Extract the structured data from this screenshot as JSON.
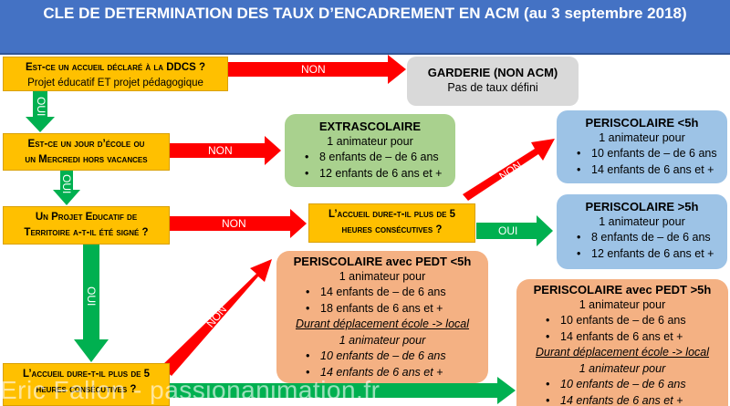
{
  "title": "CLE DE DETERMINATION DES TAUX D’ENCADREMENT EN ACM (au 3 septembre 2018)",
  "labels": {
    "non": "NON",
    "oui": "OUI"
  },
  "q1": {
    "line1": "Est-ce un accueil déclaré à la DDCS ?",
    "line2": "Projet éducatif ET projet pédagogique"
  },
  "q2": {
    "line1": "Est-ce un jour d’école ou",
    "line2": "un Mercredi hors vacances"
  },
  "q3": {
    "line1": "Un Projet Educatif de",
    "line2": "Territoire a-t-il été signé ?"
  },
  "q4": {
    "line1": "L’accueil dure-t-il plus de 5",
    "line2": "heures consécutives ?"
  },
  "q5": {
    "line1": "L’accueil dure-t-il plus de 5",
    "line2": "heures consécutives ?"
  },
  "garderie": {
    "title": "GARDERIE (NON ACM)",
    "text": "Pas de taux défini"
  },
  "extrascolaire": {
    "title": "EXTRASCOLAIRE",
    "intro": "1 animateur pour",
    "items": [
      "8 enfants de – de 6 ans",
      "12 enfants de 6 ans et +"
    ]
  },
  "peri_lt5": {
    "title": "PERISCOLAIRE <5h",
    "intro": "1 animateur pour",
    "items": [
      "10 enfants de – de 6 ans",
      "14 enfants de 6 ans et +"
    ]
  },
  "peri_gt5": {
    "title": "PERISCOLAIRE >5h",
    "intro": "1 animateur pour",
    "items": [
      "8 enfants de – de 6 ans",
      "12 enfants de 6 ans et +"
    ]
  },
  "pedt_lt5": {
    "title": "PERISCOLAIRE avec PEDT <5h",
    "intro": "1 animateur pour",
    "items": [
      "14 enfants de – de 6 ans",
      "18 enfants de 6 ans et +"
    ],
    "travel": "Durant déplacement école -> local",
    "intro2": "1 animateur pour",
    "items2": [
      "10 enfants de – de 6 ans",
      "14 enfants de 6 ans et +"
    ]
  },
  "pedt_gt5": {
    "title": "PERISCOLAIRE avec PEDT >5h",
    "intro": "1 animateur pour",
    "items": [
      "10 enfants de – de 6 ans",
      "14 enfants de 6 ans et +"
    ],
    "travel": "Durant déplacement école -> local",
    "intro2": "1 animateur pour",
    "items2": [
      "10 enfants de – de 6 ans",
      "14 enfants de 6 ans et +"
    ]
  },
  "watermark": "Eric Fallon - passionanimation.fr",
  "colors": {
    "title_bg": "#4472c4",
    "question": "#ffc000",
    "no_arrow": "#ff0000",
    "yes_arrow": "#00b050",
    "garderie": "#d9d9d9",
    "extrascolaire": "#a9d18e",
    "periscolaire": "#9dc3e6",
    "pedt": "#f4b183"
  }
}
